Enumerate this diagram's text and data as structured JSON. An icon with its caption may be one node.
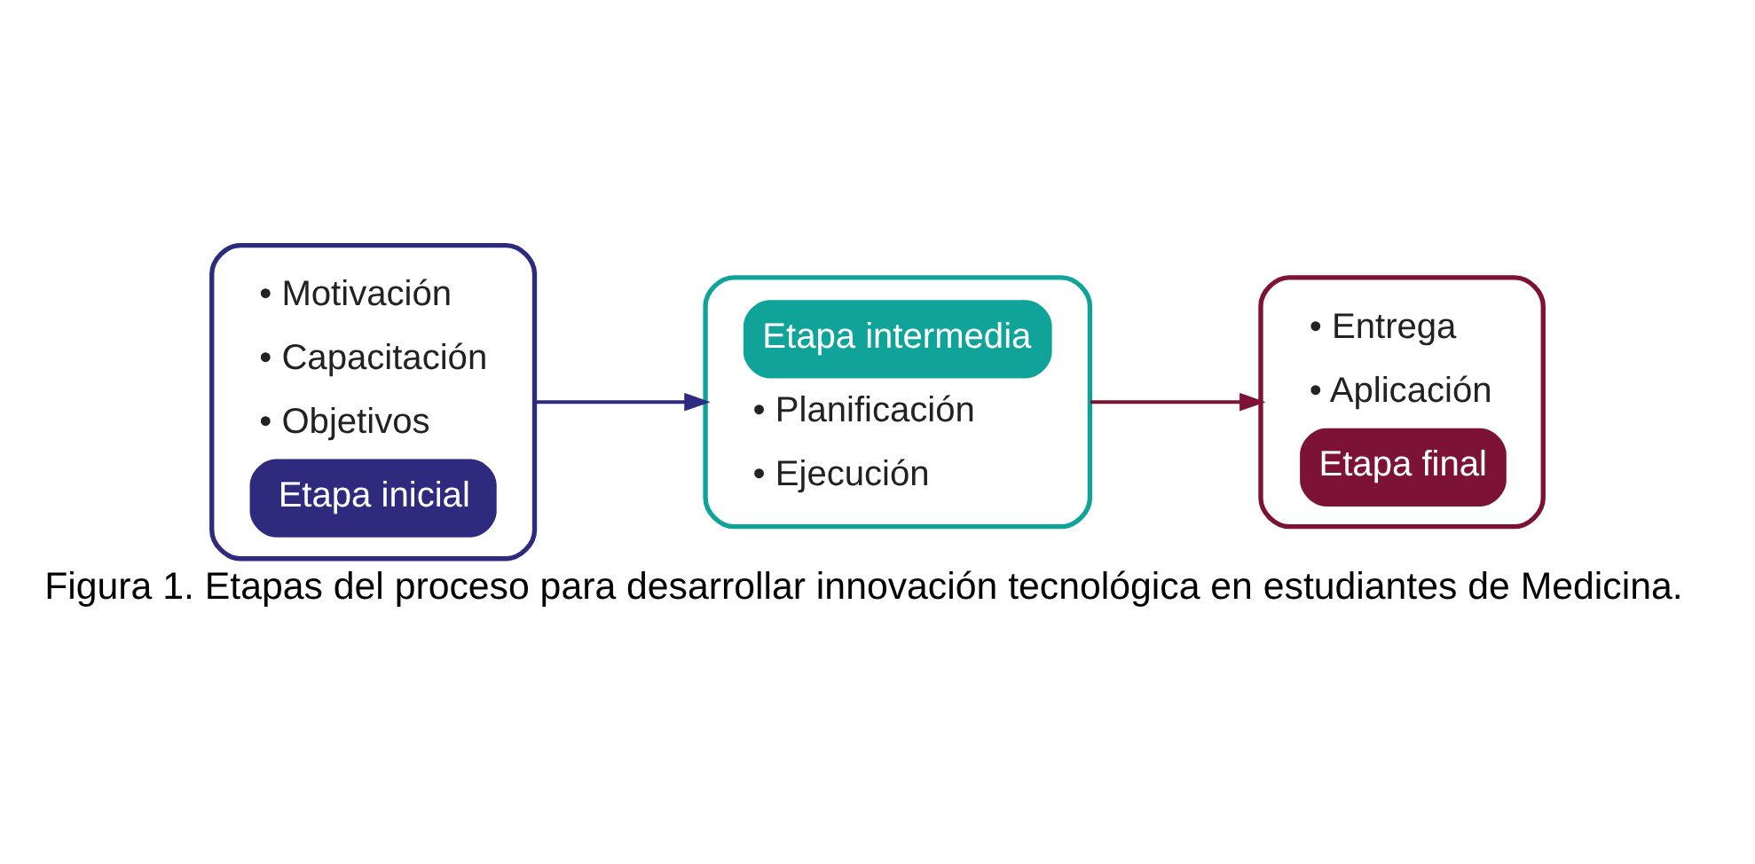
{
  "diagram": {
    "caption": "Figura 1. Etapas del proceso para desarrollar innovación tecnológica en estudiantes de Medicina.",
    "nodes": [
      {
        "text": [
          "• Motivación",
          "• Capacitación",
          "• Objetivos",
          "Etapa inicial"
        ]
      },
      {
        "text": [
          "Etapa intermedia",
          "• Planificación",
          "• Ejecución"
        ]
      },
      {
        "text": [
          "• Entrega",
          "• Aplicación",
          "Etapa final"
        ]
      }
    ],
    "edges": [
      {
        "from": 0,
        "to": 1,
        "arrow": "to",
        "color": "#2e2b7f"
      },
      {
        "from": 1,
        "to": 2,
        "arrow": "to",
        "color": "#7d1237"
      }
    ]
  }
}
